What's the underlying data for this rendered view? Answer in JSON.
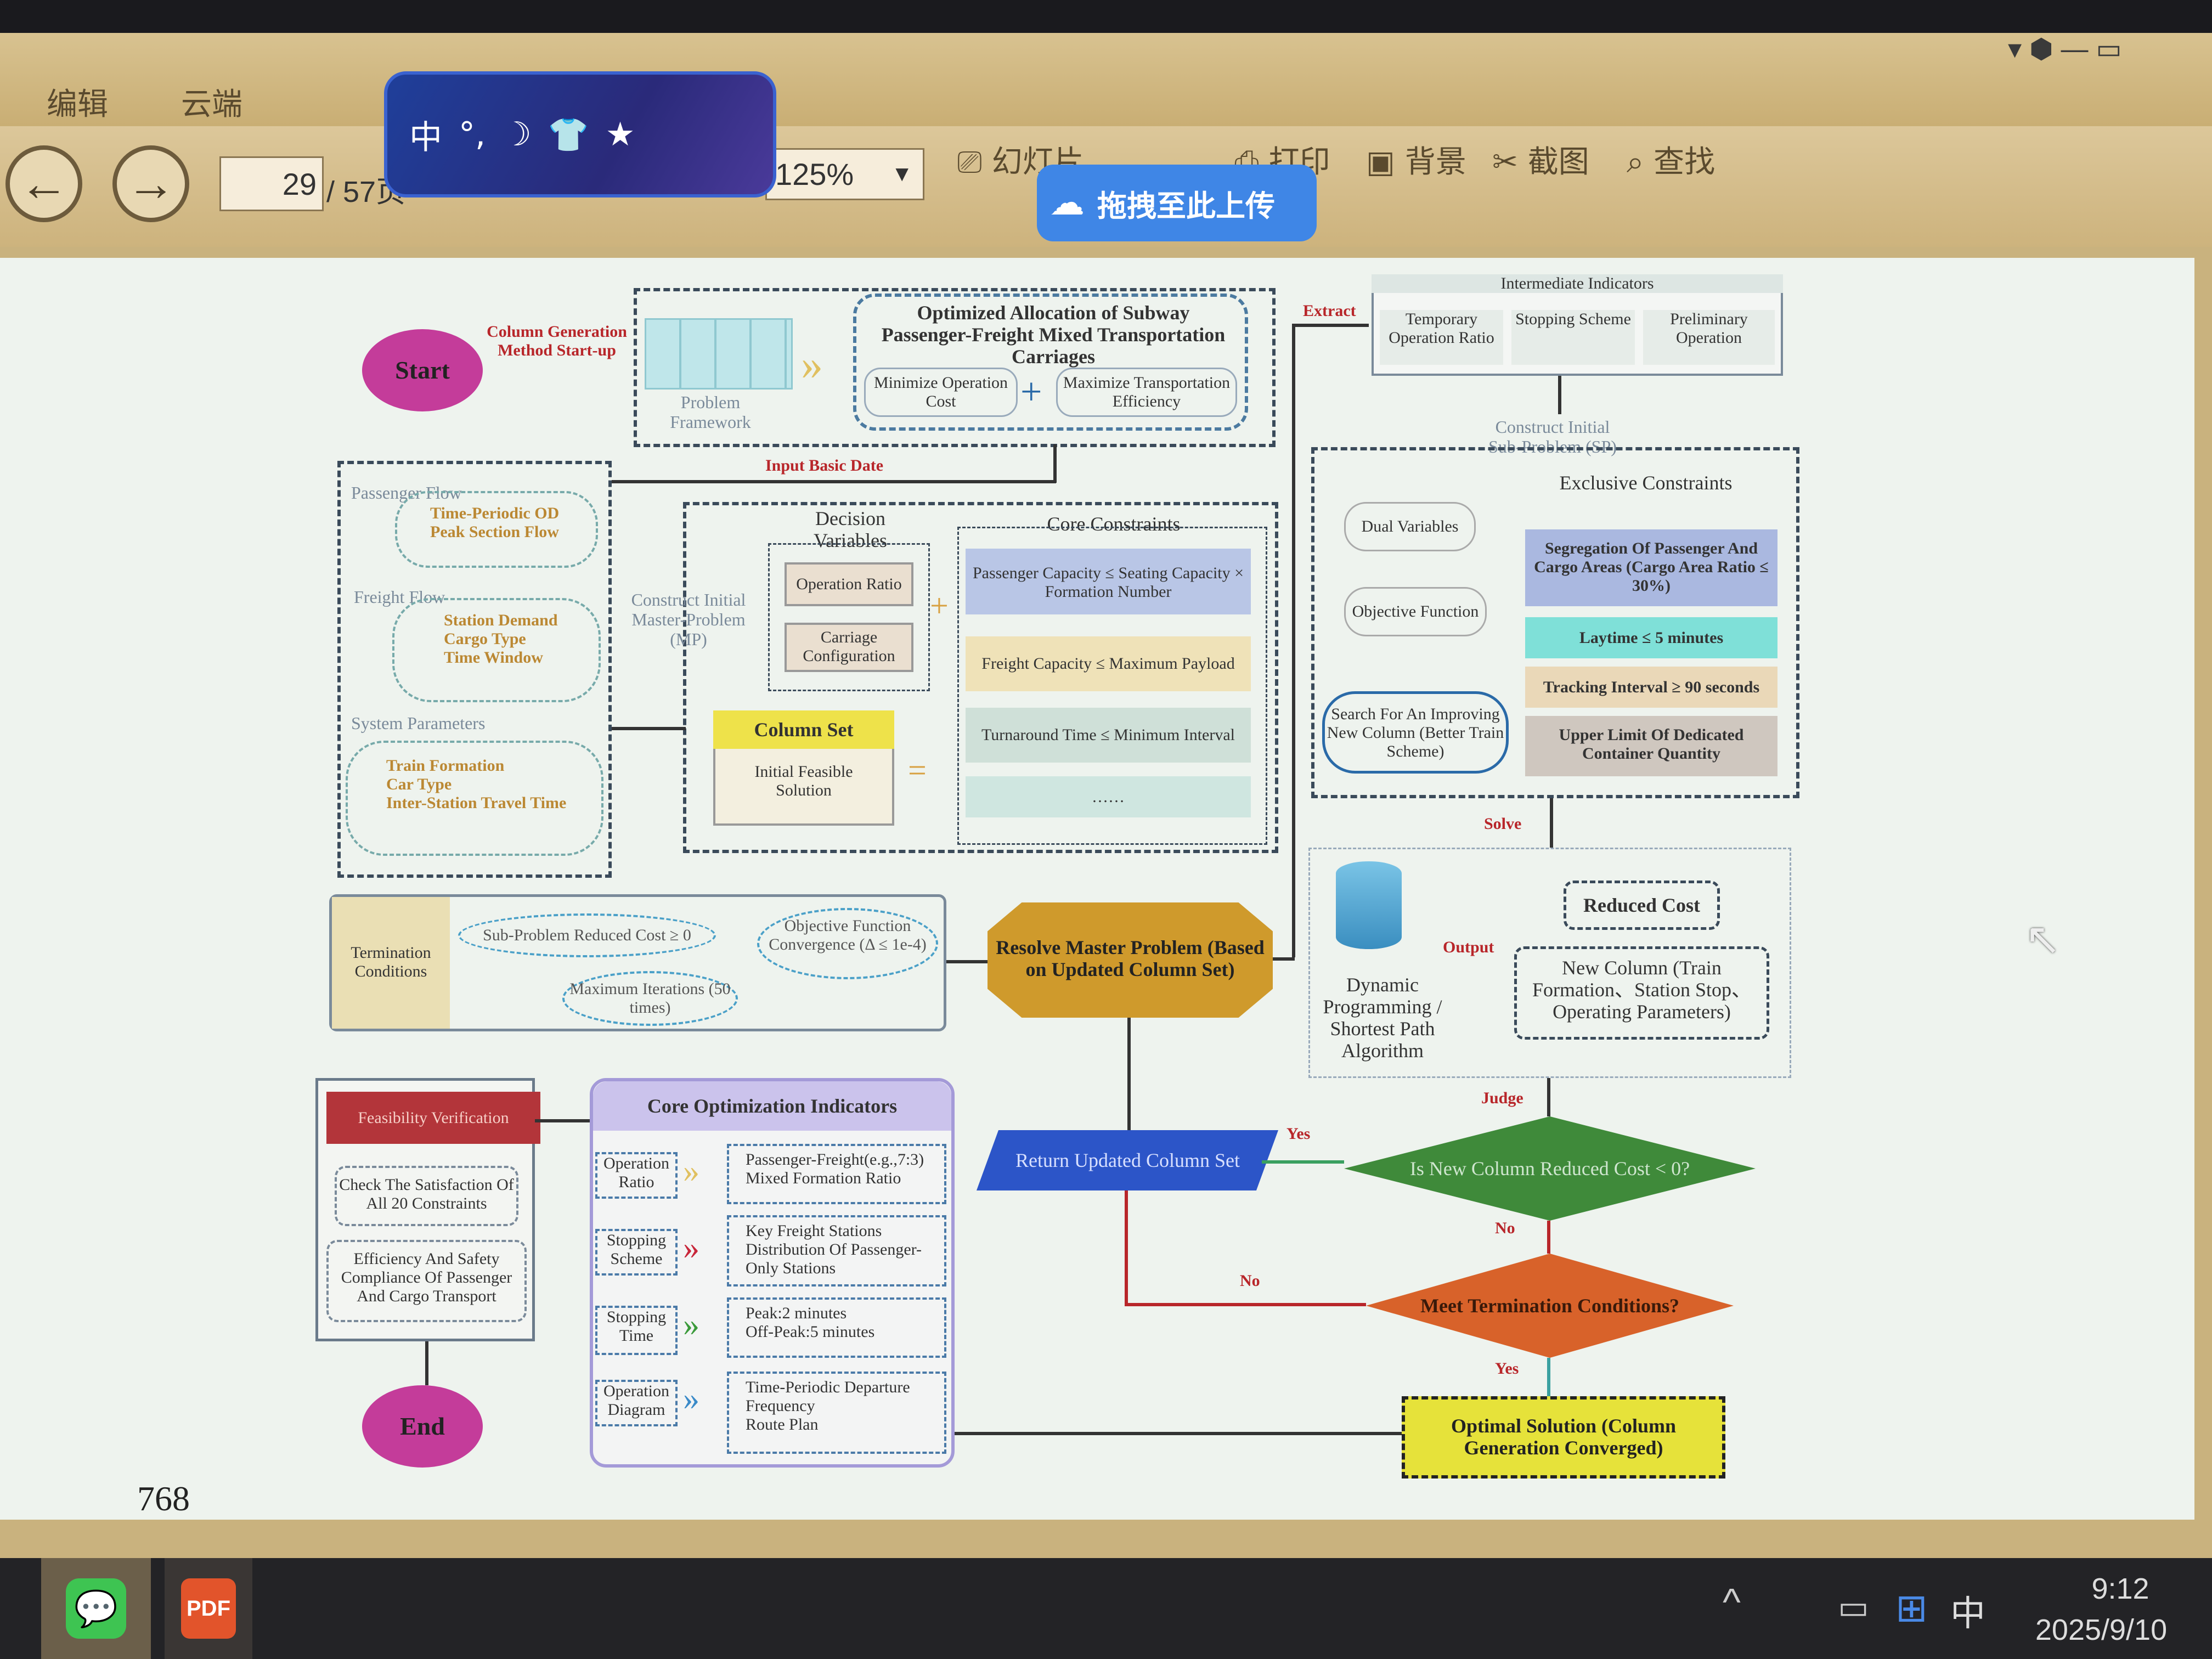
{
  "menu": {
    "edit": "编辑",
    "cloud": "云端"
  },
  "toolbar": {
    "page_current": "29",
    "page_total": "/ 57页",
    "zoom": "125%",
    "slideshow": "幻灯片",
    "print": "打印",
    "background": "背景",
    "screenshot": "截图",
    "find": "查找",
    "upload": "拖拽至此上传"
  },
  "ime": {
    "mode": "中"
  },
  "diagram": {
    "start": "Start",
    "end": "End",
    "column_gen_start": "Column Generation Method Start-up",
    "problem_framework": "Problem Framework",
    "title": "Optimized Allocation of Subway Passenger-Freight Mixed Transportation Carriages",
    "minimize_cost": "Minimize Operation Cost",
    "maximize_eff": "Maximize Transportation Efficiency",
    "extract": "Extract",
    "intermediate": "Intermediate Indicators",
    "temp_ratio": "Temporary Operation Ratio",
    "stopping_scheme": "Stopping Scheme",
    "preliminary_op": "Preliminary Operation",
    "input_basic": "Input Basic Date",
    "construct_sp": "Construct Initial Sub-Problem (SP)",
    "passenger_flow": "Passenger Flow",
    "time_od": "Time-Periodic OD",
    "peak_section": "Peak Section Flow",
    "freight_flow": "Freight Flow",
    "station_demand": "Station Demand",
    "cargo_type": "Cargo Type",
    "time_window": "Time Window",
    "system_params": "System Parameters",
    "train_formation": "Train Formation",
    "car_type": "Car Type",
    "inter_station": "Inter-Station Travel Time",
    "construct_mp": "Construct Initial Master-Problem (MP)",
    "decision_vars": "Decision Variables",
    "operation_ratio": "Operation Ratio",
    "carriage_config": "Carriage Configuration",
    "core_constraints": "Core Constraints",
    "c1": "Passenger Capacity ≤ Seating Capacity × Formation Number",
    "c2": "Freight Capacity ≤ Maximum Payload",
    "c3": "Turnaround Time ≤ Minimum Interval",
    "c4": "……",
    "column_set": "Column Set",
    "initial_feasible": "Initial Feasible Solution",
    "exclusive": "Exclusive Constraints",
    "dual_vars": "Dual Variables",
    "objective_fn": "Objective Function",
    "search_col": "Search For An Improving New Column (Better Train Scheme)",
    "e1": "Segregation Of Passenger And Cargo Areas (Cargo Area Ratio ≤ 30%)",
    "e2": "Laytime ≤ 5 minutes",
    "e3": "Tracking Interval ≥ 90 seconds",
    "e4": "Upper Limit Of Dedicated Container Quantity",
    "solve": "Solve",
    "termination": "Termination Conditions",
    "t1": "Sub-Problem Reduced Cost ≥ 0",
    "t2": "Objective Function Convergence (Δ ≤ 1e-4)",
    "t3": "Maximum Iterations (50 times)",
    "resolve_mp": "Resolve Master Problem (Based on Updated Column Set)",
    "dp": "Dynamic Programming / Shortest Path Algorithm",
    "output": "Output",
    "reduced_cost": "Reduced Cost",
    "new_column": "New Column (Train Formation、Station Stop、Operating Parameters)",
    "judge": "Judge",
    "feasibility": "Feasibility Verification",
    "f1": "Check The Satisfaction Of All 20 Constraints",
    "f2": "Efficiency And Safety Compliance Of Passenger And Cargo Transport",
    "core_opt": "Core Optimization Indicators",
    "o1_k": "Operation Ratio",
    "o1_v1": "Passenger-Freight(e.g.,7:3)",
    "o1_v2": "Mixed Formation Ratio",
    "o2_k": "Stopping Scheme",
    "o2_v1": "Key Freight Stations",
    "o2_v2": "Distribution Of Passenger-Only Stations",
    "o3_k": "Stopping Time",
    "o3_v1": "Peak:2 minutes",
    "o3_v2": "Off-Peak:5 minutes",
    "o4_k": "Operation Diagram",
    "o4_v1": "Time-Periodic Departure Frequency",
    "o4_v2": "Route Plan",
    "return_updated": "Return Updated Column Set",
    "yes1": "Yes",
    "is_new": "Is New Column Reduced Cost < 0?",
    "no1": "No",
    "no2": "No",
    "meet_term": "Meet Termination Conditions?",
    "yes2": "Yes",
    "optimal": "Optimal Solution (Column Generation Converged)",
    "page_num": "768"
  },
  "taskbar": {
    "time": "9:12",
    "date": "2025/9/10",
    "ime": "中"
  },
  "colors": {
    "start_end": "#c43c9a",
    "resolve": "#cf9a2c",
    "judge": "#3f8a3a",
    "term_diamond": "#d8622a",
    "optimal": "#e6e23a",
    "return_para": "#2c55c8"
  }
}
